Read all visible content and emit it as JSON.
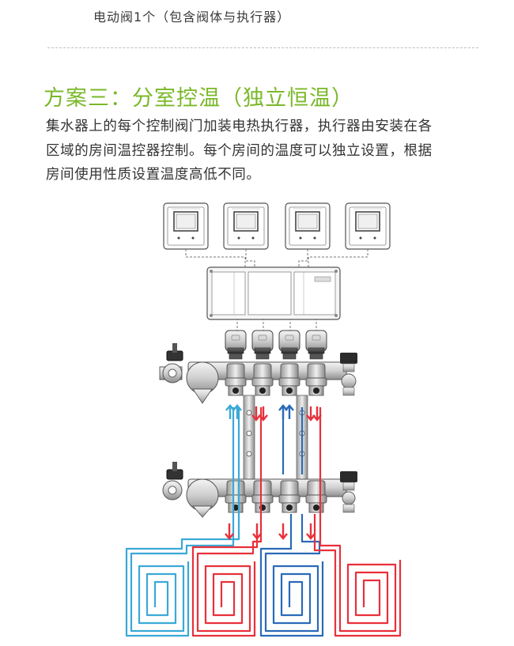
{
  "header": {
    "prev_item": "电动阀1个（包含阀体与执行器）"
  },
  "section": {
    "title": "方案三：分室控温（独立恒温）",
    "description_lines": [
      "集水器上的每个控制阀门加装电热执行器，执行器由安装在各",
      "区域的房间温控器控制。每个房间的温度可以独立设置，根据",
      "房间使用性质设置温度高低不同。"
    ]
  },
  "diagram": {
    "thermostat_count": 4,
    "actuator_count": 4,
    "loop_count": 4,
    "colors": {
      "supply_red": "#e8303a",
      "return_blue": "#2a6ab8",
      "return_cyan": "#3aa9d6",
      "outline": "#555555",
      "accent_green": "#7ab829"
    }
  }
}
